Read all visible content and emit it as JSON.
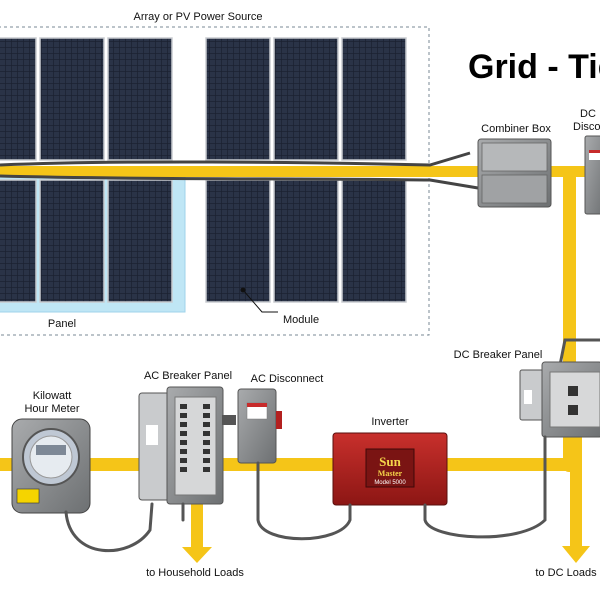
{
  "title": "Grid - Tie",
  "labels": {
    "array": "Array or PV Power Source",
    "panel": "Panel",
    "module": "Module",
    "combiner_box": "Combiner Box",
    "dc_disconnect_line1": "DC",
    "dc_disconnect_line2": "Disco",
    "dc_breaker_panel": "DC  Breaker Panel",
    "kilowatt_line1": "Kilowatt",
    "kilowatt_line2": "Hour Meter",
    "ac_breaker_panel": "AC Breaker Panel",
    "ac_disconnect": "AC Disconnect",
    "inverter": "Inverter",
    "to_household": "to Household Loads",
    "to_dc": "to DC Loads"
  },
  "inverter_brand": {
    "line1": "Sun",
    "line2": "Master",
    "model": "Model 5000"
  },
  "colors": {
    "bus": "#f5c518",
    "panel_highlight": "#bfe6f5",
    "cell": "#1b2233",
    "inverter": "#b3201f",
    "enclosure": "#8f9294",
    "wire": "#555555"
  }
}
